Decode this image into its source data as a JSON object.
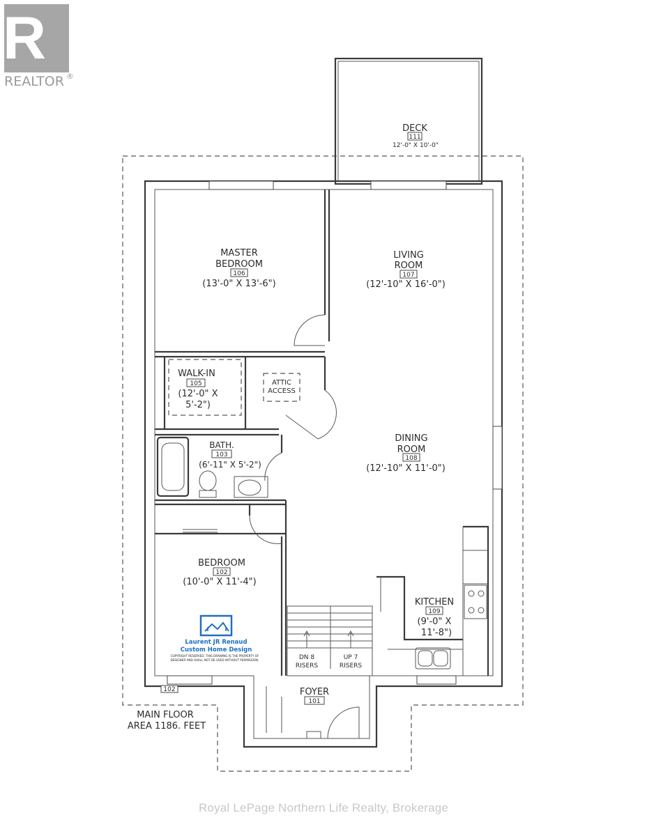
{
  "brand": {
    "logo_text": "REALTOR",
    "registered_mark": "®"
  },
  "watermark": "Royal LePage Northern Life Realty, Brokerage",
  "rooms": {
    "deck": {
      "name": "DECK",
      "number": "111",
      "size": "12'-0\" X 10'-0\""
    },
    "master_bedroom": {
      "name_line1": "MASTER",
      "name_line2": "BEDROOM",
      "number": "106",
      "size": "(13'-0\" X 13'-6\")"
    },
    "living_room": {
      "name_line1": "LIVING",
      "name_line2": "ROOM",
      "number": "107",
      "size": "(12'-10\" X 16'-0\")"
    },
    "walk_in": {
      "name": "WALK-IN",
      "number": "105",
      "size_line1": "(12'-0\" X",
      "size_line2": "5'-2\")"
    },
    "attic_access": {
      "line1": "ATTIC",
      "line2": "ACCESS"
    },
    "bath": {
      "name": "BATH.",
      "number": "103",
      "size": "(6'-11\" X 5'-2\")"
    },
    "dining_room": {
      "name_line1": "DINING",
      "name_line2": "ROOM",
      "number": "108",
      "size": "(12'-10\" X 11'-0\")"
    },
    "bedroom": {
      "name": "BEDROOM",
      "number": "102",
      "size": "(10'-0\" X 11'-4\")"
    },
    "kitchen": {
      "name": "KITCHEN",
      "number": "109",
      "size_line1": "(9'-0\" X",
      "size_line2": "11'-8\")"
    },
    "foyer": {
      "name": "FOYER",
      "number": "101"
    }
  },
  "stairs": {
    "down": {
      "line1": "DN 8",
      "line2": "RISERS"
    },
    "up": {
      "line1": "UP 7",
      "line2": "RISERS"
    }
  },
  "wall_tag": "102",
  "designer": {
    "name_line1": "Laurent JR Renaud",
    "name_line2": "Custom Home Design",
    "copyright_line1": "COPYRIGHT RESERVED. THIS DRAWING IS THE PROPERTY OF",
    "copyright_line2": "DESIGNER AND SHALL NOT BE USED WITHOUT PERMISSION.",
    "accent_color": "#1f6fc2"
  },
  "floor_area": {
    "line1": "MAIN FLOOR",
    "line2": "AREA 1186. FEET"
  }
}
